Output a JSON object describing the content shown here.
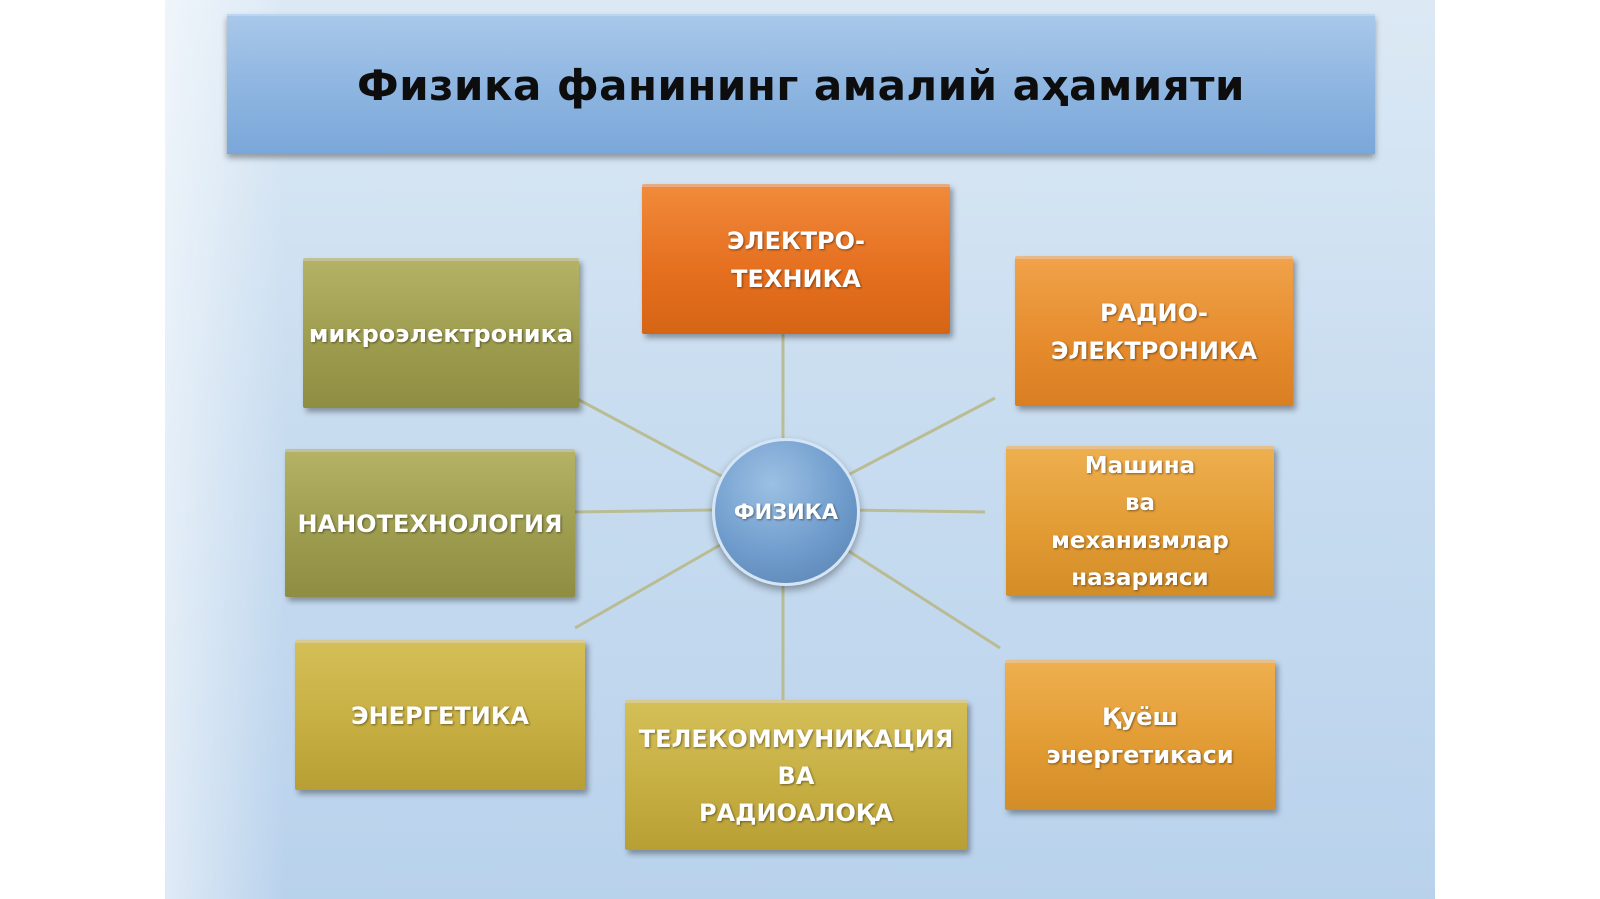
{
  "title": "Физика фанининг амалий аҳамияти",
  "center": {
    "label": "ФИЗИКА"
  },
  "nodes": {
    "electrotechnics": "ЭЛЕКТРО-\nТЕХНИКА",
    "microelectronics": "микроэлектроника",
    "radioelectronics": "РАДИО-\nЭЛЕКТРОНИКА",
    "nanotechnology": "НАНОТЕХНОЛОГИЯ",
    "machines": "Машина\nва\nмеханизмлар\nназарияси",
    "energetics": "ЭНЕРГЕТИКА",
    "telecommunication": "ТЕЛЕКОММУНИКАЦИЯ\nВА\nРАДИОАЛОҚА",
    "solar": "Қуёш\nэнергетикаси"
  },
  "colors": {
    "olive": "#9c9b4d",
    "yellow": "#c5ad41",
    "orange_dark": "#e46e1e",
    "orange": "#e58b2c",
    "center_blue": "#6f9ccc",
    "title_bar": "#8fb6e1"
  }
}
